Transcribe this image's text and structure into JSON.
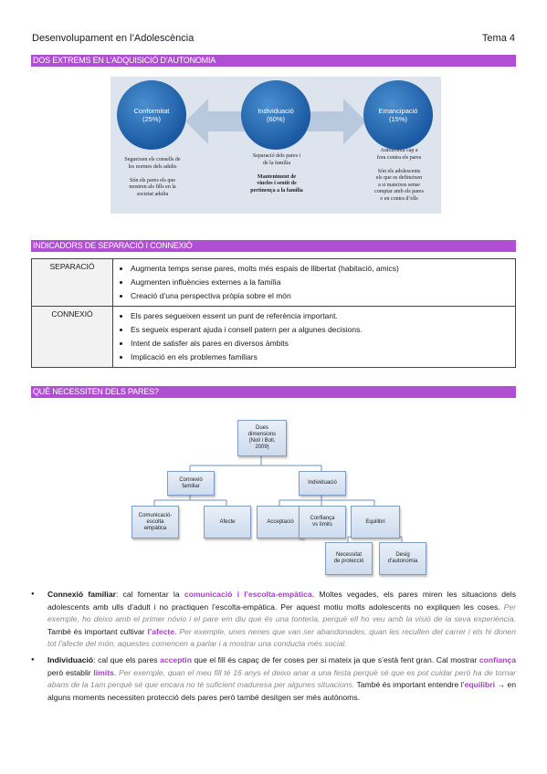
{
  "header": {
    "title": "Desenvolupament en l’Adolescència",
    "topic": "Tema 4"
  },
  "sections": {
    "s1": "DOS EXTREMS EN L’ADQUISICIÓ D’AUTONOMIA",
    "s2": "INDICADORS DE SEPARACIÓ I CONNEXIÓ",
    "s3": "QUÈ NECESSITEN DELS PARES?"
  },
  "colors": {
    "accent": "#b04fd3",
    "circle": "#1b5aa3",
    "diagram_bg": "#dde4ee"
  },
  "extremes": {
    "c1": {
      "name": "Conformitat",
      "pct": "(25%)",
      "t1": "Segueixen els consells de",
      "t2": "les normes dels adults",
      "t3": "Són els pares els que",
      "t4": "mostren als fills en la",
      "t5": "societat adulta"
    },
    "c2": {
      "name": "Individuació",
      "pct": "(60%)",
      "t1": "Separació dels pares i",
      "t2": "de la família",
      "t3": "Manteniment de",
      "t4": "vincles i sentit de",
      "t5": "pertinença a la família"
    },
    "c3": {
      "name": "Emancipació",
      "pct": "(15%)",
      "t1": "Autonomia cap a",
      "t2": "fora contra els pares",
      "t3": "Són els adolescents",
      "t4": "els que es defineixen",
      "t5": "a si mateixos sense",
      "t6": "comptar amb els pares",
      "t7": "o en contra d’ells"
    }
  },
  "table": {
    "sep_label": "SEPARACIÓ",
    "sep_items": [
      "Augmenta temps sense pares, molts més espais de llibertat (habitació, amics)",
      "Augmenten influències externes a la família",
      "Creació d’una perspectiva pròpia sobre el món"
    ],
    "con_label": "CONNEXIÓ",
    "con_items": [
      "Els pares segueixen essent un punt de referència important.",
      "Es segueix esperant ajuda i consell patern per  a algunes decisions.",
      "Intent de satisfer als pares en diversos àmbits",
      "Implicació en els problemes familiars"
    ]
  },
  "tree": {
    "root1": "Dues",
    "root2": "dimensions",
    "root3": "(Noll i Boll,",
    "root4": "2009)",
    "conn1": "Connexió",
    "conn2": "familiar",
    "indiv": "Individuació",
    "com1": "Comunicació-",
    "com2": "escolta",
    "com3": "empàtica",
    "afecte": "Afecte",
    "acceptacio": "Acceptació",
    "conf1": "Confiança",
    "conf2": "vs límits",
    "equilibri": "Equilibri",
    "nec1": "Necessitat",
    "nec2": "de protecció",
    "des1": "Desig",
    "des2": "d’autonomia"
  },
  "bullets": {
    "b1": {
      "t1": "Connexió familiar",
      "t2": ": cal fomentar la ",
      "t3": "comunicació i l’escolta-empàtica",
      "t4": ". Moltes vegades, els pares miren les situacions dels adolescents amb ulls d’adult i no practiquen l’escolta-empàtica. Per aquest motiu molts adolescents no expliquen les coses. ",
      "t5": "Per exemple, ho deixo amb el primer nóvio i el pare em diu que és una tonteria, perquè ell ho veu amb la visió de la seva experiència.",
      "t6": " També és important cultivar ",
      "t7": "l’afecte",
      "t8": ". ",
      "t9": "Per exemple, unes nenes que van ser abandonades, quan les recullen del carrer i els hi donen tot l’afecte del món, aquestes comencen a parlar i a mostrar una conducta més social."
    },
    "b2": {
      "t1": "Individuació",
      "t2": ": cal que els pares ",
      "t3": "acceptin",
      "t4": " que el fill és capaç de fer coses per si mateix ja que s’està fent gran. Cal mostrar ",
      "t5": "confiança",
      "t6": " però establir ",
      "t7": "límits",
      "t8": ". ",
      "t9": "Per exemple, quan el meu fill té 16 anys el deixo anar a una festa perquè sé que es pot cuidar però ha de tornar abans de la 1am perquè sé que encara no té suficient maduresa per algunes situacions.",
      "t10": " També és important entendre l’",
      "t11": "equilibri",
      "t12": " → en alguns moments necessiten protecció dels pares però també desitgen ser més autònoms."
    }
  }
}
